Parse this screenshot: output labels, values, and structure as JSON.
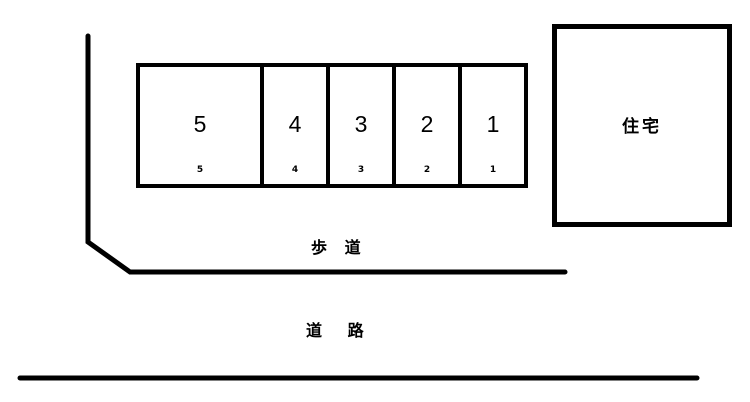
{
  "diagram": {
    "parking_spaces": [
      {
        "number": "5",
        "sub_label": "5"
      },
      {
        "number": "4",
        "sub_label": "4"
      },
      {
        "number": "3",
        "sub_label": "3"
      },
      {
        "number": "2",
        "sub_label": "2"
      },
      {
        "number": "1",
        "sub_label": "1"
      }
    ],
    "house_label": "住宅",
    "sidewalk_label": "歩 道",
    "road_label": "道 路",
    "colors": {
      "line": "#000000",
      "background": "#ffffff"
    }
  }
}
